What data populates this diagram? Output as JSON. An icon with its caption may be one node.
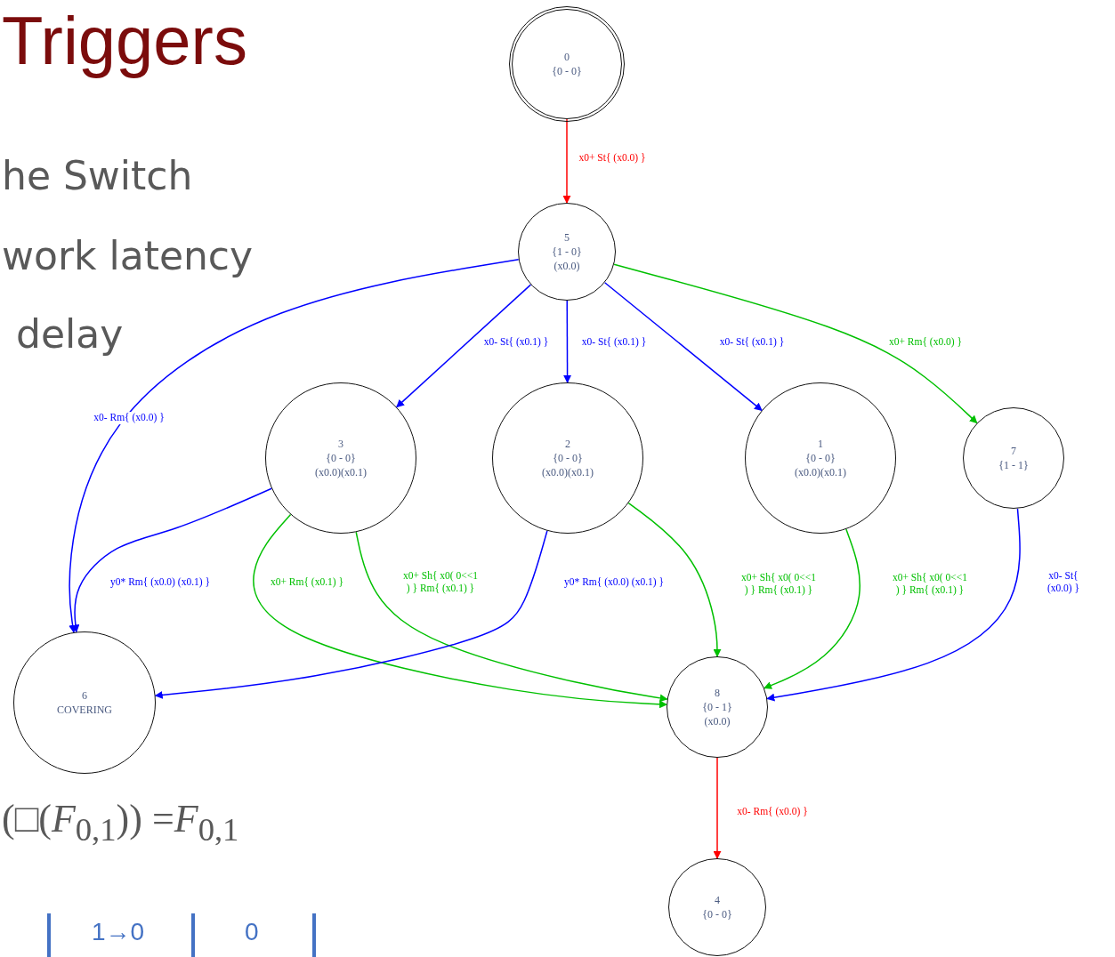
{
  "diagram": {
    "title": "Triggers",
    "nodes": [
      {
        "text": [
          "0",
          "{0 - 0}"
        ]
      },
      {
        "text": [
          "5",
          "{1 - 0}",
          "(x0.0)"
        ]
      },
      {
        "text": [
          "3",
          "{0 - 0}",
          "(x0.0)(x0.1)"
        ]
      },
      {
        "text": [
          "2",
          "{0 - 0}",
          "(x0.0)(x0.1)"
        ]
      },
      {
        "text": [
          "1",
          "{0 - 0}",
          "(x0.0)(x0.1)"
        ]
      },
      {
        "text": [
          "7",
          "{1 - 1}"
        ]
      },
      {
        "text": [
          "6",
          "COVERING"
        ]
      },
      {
        "text": [
          "8",
          "{0 - 1}",
          "(x0.0)"
        ]
      },
      {
        "text": [
          "4",
          "{0 - 0}"
        ]
      }
    ],
    "edges": [
      {
        "from": 0,
        "to": 1,
        "arrow": "to",
        "label": "x0+ St{ (x0.0) }",
        "color": "#ff0000"
      },
      {
        "from": 1,
        "to": 6,
        "arrow": "to",
        "label": "x0- Rm{ (x0.0) }",
        "color": "#0000ff"
      },
      {
        "from": 1,
        "to": 2,
        "arrow": "to",
        "label": "x0- St{ (x0.1) }",
        "color": "#0000ff"
      },
      {
        "from": 1,
        "to": 3,
        "arrow": "to",
        "label": "x0- St{ (x0.1) }",
        "color": "#0000ff"
      },
      {
        "from": 1,
        "to": 4,
        "arrow": "to",
        "label": "x0- St{ (x0.1) }",
        "color": "#0000ff"
      },
      {
        "from": 1,
        "to": 5,
        "arrow": "to",
        "label": "x0+ Rm{ (x0.0) }",
        "color": "#00c000"
      },
      {
        "from": 2,
        "to": 6,
        "arrow": "to",
        "label": "y0* Rm{ (x0.0) (x0.1) }",
        "color": "#0000ff"
      },
      {
        "from": 2,
        "to": 7,
        "arrow": "to",
        "label": "x0+ Rm{ (x0.1) }",
        "color": "#00c000"
      },
      {
        "from": 2,
        "to": 7,
        "arrow": "to",
        "label": "x0+ Sh{ x0( 0<<1 ) } Rm{ (x0.1) }",
        "color": "#00c000"
      },
      {
        "from": 3,
        "to": 6,
        "arrow": "to",
        "label": "y0* Rm{ (x0.0) (x0.1) }",
        "color": "#0000ff"
      },
      {
        "from": 3,
        "to": 7,
        "arrow": "to",
        "label": "x0+ Sh{ x0( 0<<1 ) } Rm{ (x0.1) }",
        "color": "#00c000"
      },
      {
        "from": 4,
        "to": 7,
        "arrow": "to",
        "label": "x0+ Sh{ x0( 0<<1 ) } Rm{ (x0.1) }",
        "color": "#00c000"
      },
      {
        "from": 5,
        "to": 7,
        "arrow": "to",
        "label": "x0- St{ (x0.0) }",
        "color": "#0000ff"
      },
      {
        "from": 7,
        "to": 8,
        "arrow": "to",
        "label": "x0- Rm{ (x0.0) }",
        "color": "#ff0000"
      }
    ],
    "labels": [
      "he Switch",
      "work latency",
      "delay",
      "(□(*F*$_{0,1}$)) =*F*$_{0,1}$",
      "1→0",
      "0"
    ]
  }
}
